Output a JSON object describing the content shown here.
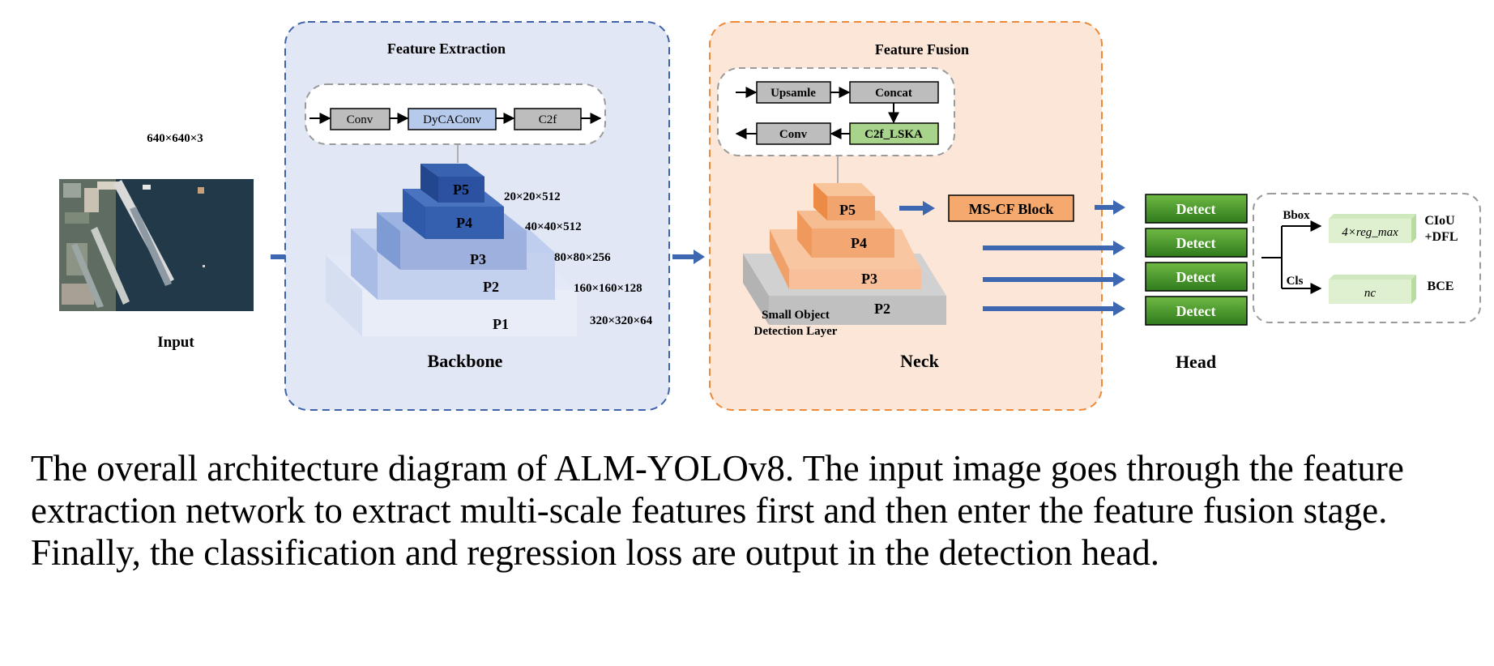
{
  "input": {
    "size_label": "640×640×3",
    "title": "Input"
  },
  "backbone": {
    "section_title": "Feature Extraction",
    "title": "Backbone",
    "flow": [
      "Conv",
      "DyCAConv",
      "C2f"
    ],
    "levels": [
      {
        "name": "P5",
        "dims": "20×20×512"
      },
      {
        "name": "P4",
        "dims": "40×40×512"
      },
      {
        "name": "P3",
        "dims": "80×80×256"
      },
      {
        "name": "P2",
        "dims": "160×160×128"
      },
      {
        "name": "P1",
        "dims": "320×320×64"
      }
    ]
  },
  "neck": {
    "section_title": "Feature Fusion",
    "title": "Neck",
    "flow": {
      "upsample": "Upsamle",
      "concat": "Concat",
      "conv": "Conv",
      "c2f_lska": "C2f_LSKA"
    },
    "levels": [
      "P5",
      "P4",
      "P3",
      "P2"
    ],
    "small_object_label": [
      "Small Object",
      "Detection Layer"
    ],
    "mscf_block": "MS-CF Block"
  },
  "head": {
    "title": "Head",
    "detect_labels": [
      "Detect",
      "Detect",
      "Detect",
      "Detect"
    ],
    "bbox_label": "Bbox",
    "cls_label": "Cls",
    "bbox_output": "4×reg_max",
    "cls_output": "nc",
    "bbox_loss": [
      "CIoU",
      "+DFL"
    ],
    "cls_loss": "BCE"
  },
  "caption": "The overall architecture diagram of ALM-YOLOv8. The input image goes through the feature extraction network to extract multi-scale features first and then enter the feature fusion stage. Finally, the classification and regression loss are output in the detection head.",
  "colors": {
    "backbone_bg": "#e2e7f6",
    "backbone_border": "#3e63a8",
    "neck_bg": "#fbe6d7",
    "neck_border": "#ec8a3a",
    "arrow_blue": "#3d68b1",
    "detect_green": "#4d9a30",
    "gray_box": "#bdbdbd",
    "light_blue_box": "#b6cbec",
    "light_green_box": "#a8d38a"
  }
}
